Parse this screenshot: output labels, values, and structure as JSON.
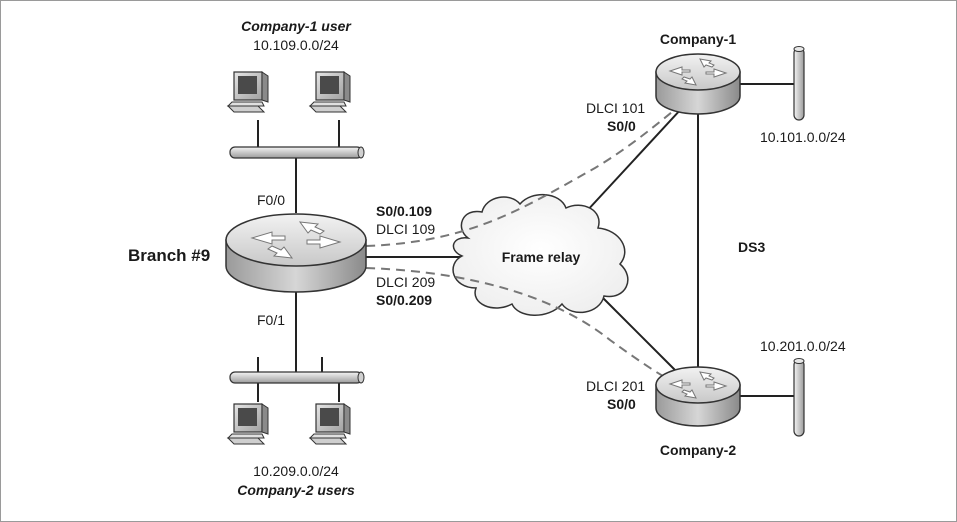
{
  "labels": {
    "company1_user": "Company-1 user",
    "net_109": "10.109.0.0/24",
    "f0_0": "F0/0",
    "branch": "Branch #9",
    "f0_1": "F0/1",
    "net_209": "10.209.0.0/24",
    "company2_users": "Company-2 users",
    "s0_109": "S0/0.109",
    "dlci_109": "DLCI 109",
    "dlci_209": "DLCI 209",
    "s0_209": "S0/0.209",
    "frame_relay": "Frame relay",
    "company1": "Company-1",
    "dlci_101": "DLCI 101",
    "c1_s0": "S0/0",
    "net_101": "10.101.0.0/24",
    "ds3": "DS3",
    "net_201": "10.201.0.0/24",
    "dlci_201": "DLCI 201",
    "c2_s0": "S0/0",
    "company2": "Company-2"
  }
}
